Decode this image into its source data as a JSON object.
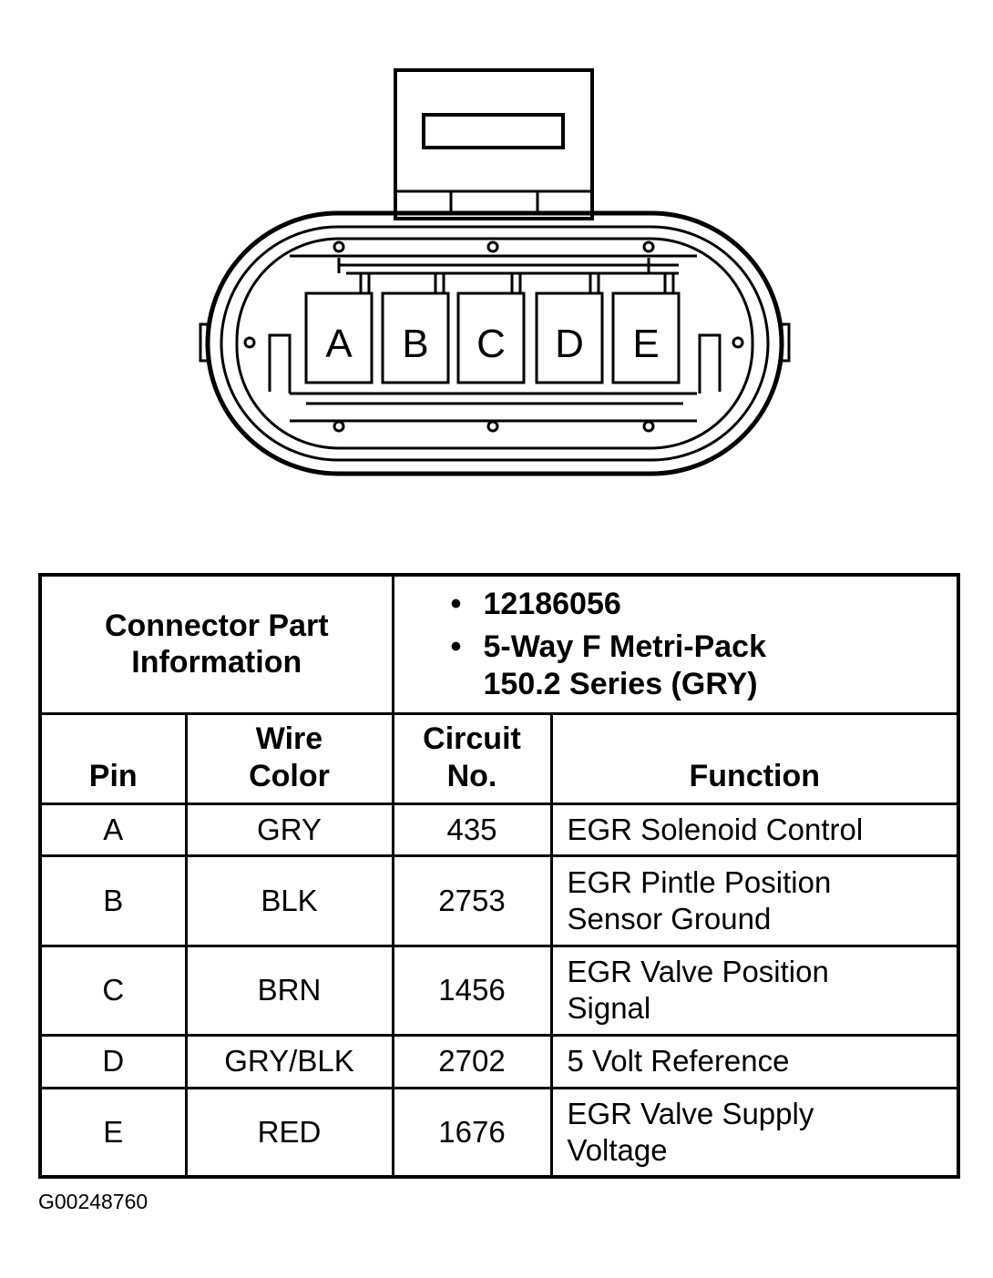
{
  "connector": {
    "pins": [
      "A",
      "B",
      "C",
      "D",
      "E"
    ]
  },
  "table": {
    "info_label": "Connector Part Information",
    "info_items": [
      "12186056",
      "5-Way F Metri-Pack 150.2 Series (GRY)"
    ],
    "headers": {
      "pin": "Pin",
      "wire_color": "Wire Color",
      "circuit_no": "Circuit No.",
      "function": "Function"
    },
    "rows": [
      {
        "pin": "A",
        "wire_color": "GRY",
        "circuit": "435",
        "function": "EGR Solenoid Control"
      },
      {
        "pin": "B",
        "wire_color": "BLK",
        "circuit": "2753",
        "function": "EGR Pintle Position Sensor Ground"
      },
      {
        "pin": "C",
        "wire_color": "BRN",
        "circuit": "1456",
        "function": "EGR Valve Position Signal"
      },
      {
        "pin": "D",
        "wire_color": "GRY/BLK",
        "circuit": "2702",
        "function": "5 Volt Reference"
      },
      {
        "pin": "E",
        "wire_color": "RED",
        "circuit": "1676",
        "function": "EGR Valve Supply Voltage"
      }
    ]
  },
  "figure_id": "G00248760"
}
